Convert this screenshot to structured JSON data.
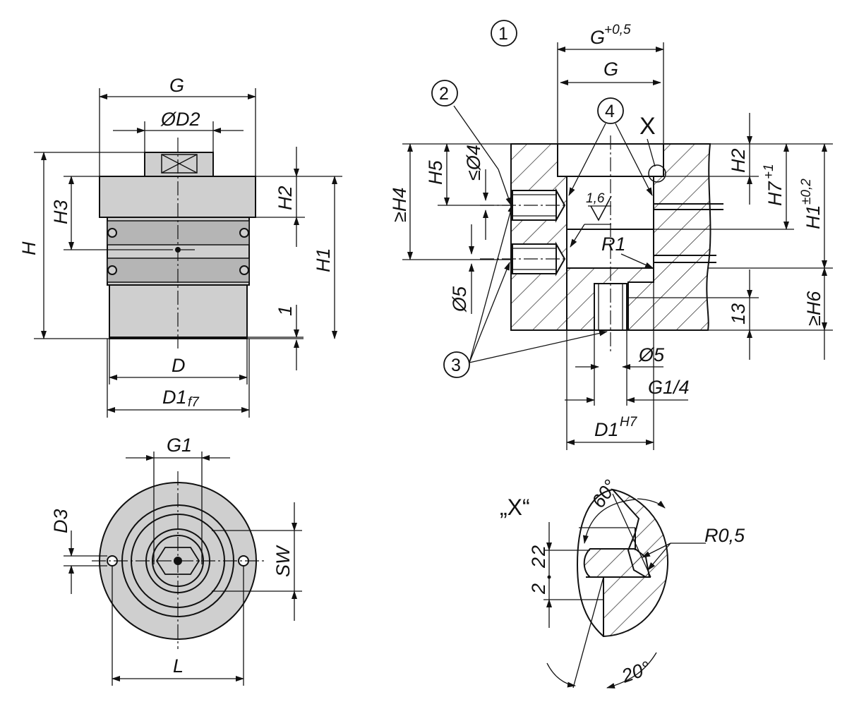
{
  "labels": {
    "side_G": "G",
    "side_D2": "ØD2",
    "side_H": "H",
    "side_H3": "H3",
    "side_H2": "H2",
    "side_H1": "H1",
    "side_1": "1",
    "side_D": "D",
    "side_D1": "D1",
    "side_D1_tol": "f7",
    "top_G1": "G1",
    "top_D3": "D3",
    "top_SW": "SW",
    "top_L": "L",
    "sec_G_tol": "G",
    "sec_G_tol_sup": "+0,5",
    "sec_G": "G",
    "sec_X": "X",
    "sec_H4": "≥H4",
    "sec_H5": "H5",
    "sec_D4": "≤Ø4",
    "sec_D5_left": "Ø5",
    "sec_rough": "1,6",
    "sec_R1": "R1",
    "sec_H2": "H2",
    "sec_H7": "H7",
    "sec_H7_sup": "+1",
    "sec_H1": "H1",
    "sec_H1_sup": "±0,2",
    "sec_H6": "≥H6",
    "sec_13": "13",
    "sec_D5_bottom": "Ø5",
    "sec_G14": "G1/4",
    "sec_D1": "D1",
    "sec_D1_sup": "H7",
    "detail_title": "„X“",
    "detail_60": "60°",
    "detail_R05": "R0,5",
    "detail_2a": "2",
    "detail_2b": "2",
    "detail_2c": "2",
    "detail_20": "20°"
  },
  "callouts": {
    "c1": "1",
    "c2": "2",
    "c3": "3",
    "c4": "4"
  }
}
